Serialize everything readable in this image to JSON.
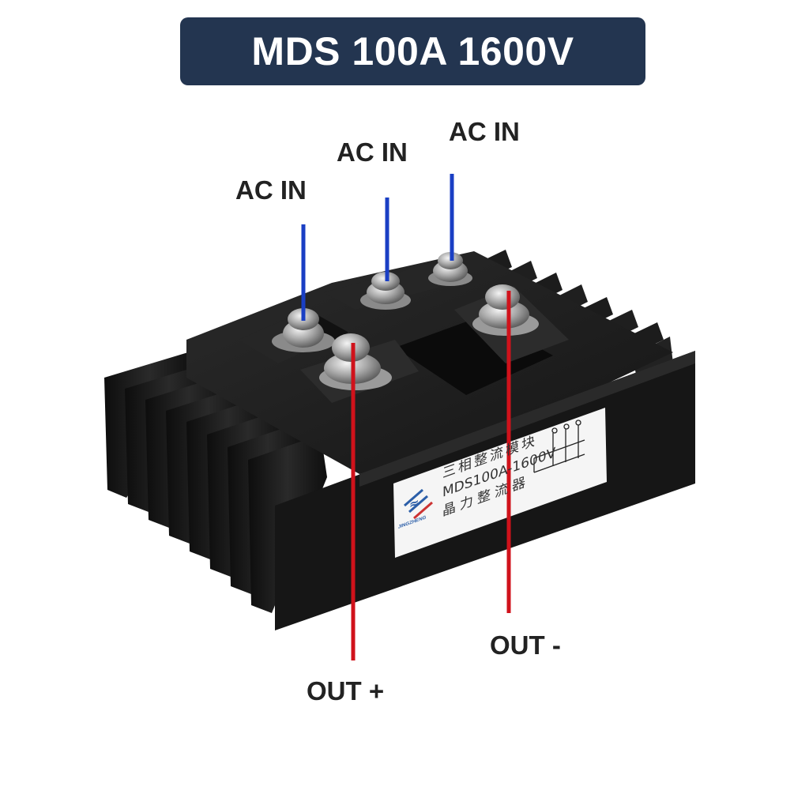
{
  "title": "MDS 100A 1600V",
  "labels": {
    "ac_in_1": "AC IN",
    "ac_in_2": "AC IN",
    "ac_in_3": "AC IN",
    "out_plus": "OUT +",
    "out_minus": "OUT -"
  },
  "sticker": {
    "line1": "三相整流模块",
    "line2": "MDS100A-1600V",
    "line3": "晶力整流器",
    "brand": "JINGZHENG"
  },
  "colors": {
    "banner": "#233550",
    "ac_wire": "#1a3fc4",
    "out_wire": "#d0121b",
    "body": "#1b1b1b"
  }
}
